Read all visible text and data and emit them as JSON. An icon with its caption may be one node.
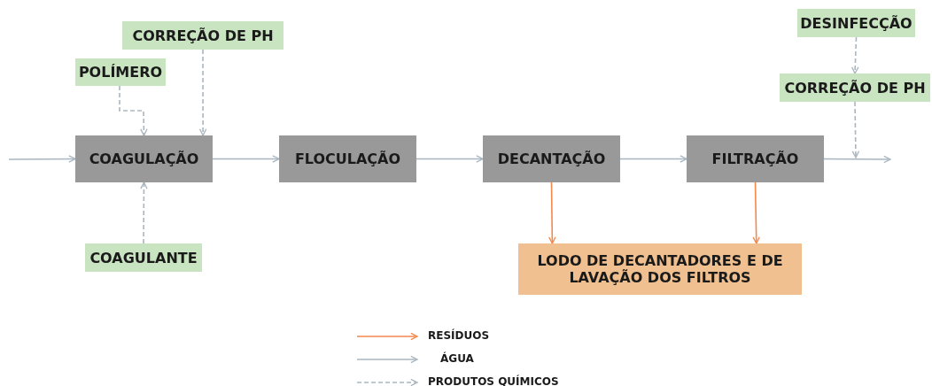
{
  "diagram": {
    "nodes": [
      {
        "text": [
          "CORREÇÃO DE PH"
        ]
      },
      {
        "text": [
          "POLÍMERO"
        ]
      },
      {
        "text": [
          "COAGULAÇÃO"
        ]
      },
      {
        "text": [
          "FLOCULAÇÃO"
        ]
      },
      {
        "text": [
          "DECANTAÇÃO"
        ]
      },
      {
        "text": [
          "FILTRAÇÃO"
        ]
      },
      {
        "text": [
          "COAGULANTE"
        ]
      },
      {
        "text": [
          "DESINFECÇÃO"
        ]
      },
      {
        "text": [
          "CORREÇÃO DE PH"
        ]
      },
      {
        "text": [
          "LODO DE DECANTADORES E DE LAVAÇÃO DOS FILTROS"
        ]
      }
    ],
    "edges": [
      {
        "from": null,
        "to": 2,
        "arrow": "to"
      },
      {
        "from": 2,
        "to": 3,
        "arrow": "to"
      },
      {
        "from": 3,
        "to": 4,
        "arrow": "to"
      },
      {
        "from": 4,
        "to": 5,
        "arrow": "to"
      },
      {
        "from": 5,
        "to": null,
        "arrow": "to"
      },
      {
        "from": 1,
        "to": 2,
        "arrow": "to",
        "style": "dashed"
      },
      {
        "from": 0,
        "to": 2,
        "arrow": "to",
        "style": "dashed"
      },
      {
        "from": 6,
        "to": 2,
        "arrow": "to",
        "style": "dashed"
      },
      {
        "from": 7,
        "to": 8,
        "arrow": "to",
        "style": "dashed"
      },
      {
        "from": 8,
        "to": null,
        "arrow": "to",
        "style": "dashed"
      },
      {
        "from": 4,
        "to": 9,
        "arrow": "to",
        "color": "#f4894e"
      },
      {
        "from": 5,
        "to": 9,
        "arrow": "to",
        "color": "#f4894e"
      }
    ],
    "legend": [
      {
        "text": "RESÍDUOS"
      },
      {
        "text": "ÁGUA"
      },
      {
        "text": "PRODUTOS QUÍMICOS"
      }
    ]
  }
}
